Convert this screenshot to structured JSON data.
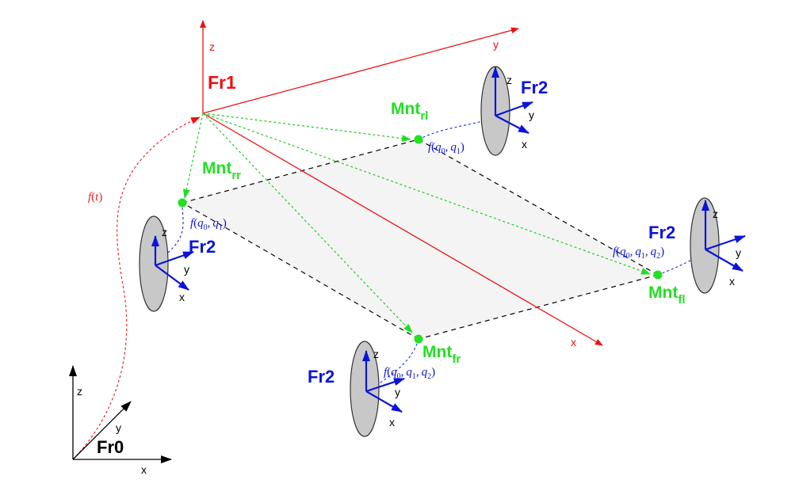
{
  "colors": {
    "frame1": "#ee1111",
    "frame2": "#0a14d8",
    "frame0": "#000000",
    "mount": "#22e022",
    "mount_link": "#22cc22",
    "path": "#ee2222",
    "wheel_fill": "#c8c8c8",
    "plane_fill": "#f4f4f4"
  },
  "frames": {
    "fr0": {
      "name": "Fr0",
      "x": "x",
      "y": "y",
      "z": "z"
    },
    "fr1": {
      "name": "Fr1",
      "x": "x",
      "y": "y",
      "z": "z"
    },
    "fr2": {
      "name": "Fr2",
      "x": "x",
      "y": "y",
      "z": "z"
    }
  },
  "trajectory": {
    "label": "f(t)",
    "f": "f",
    "arg": "t"
  },
  "mounts": {
    "base": "Mnt",
    "rl": {
      "sub": "rl",
      "func": "f",
      "args": [
        "q0",
        "q1"
      ]
    },
    "rr": {
      "sub": "rr",
      "func": "f",
      "args": [
        "q0",
        "q1"
      ]
    },
    "fr": {
      "sub": "fr",
      "func": "f",
      "args": [
        "q0",
        "q1",
        "q2"
      ]
    },
    "fl": {
      "sub": "fl",
      "func": "f",
      "args": [
        "q0",
        "q1",
        "q2"
      ]
    }
  },
  "symbols": {
    "f": "f",
    "q": "q",
    "s0": "0",
    "s1": "1",
    "s2": "2",
    "comma": ",",
    "lp": "(",
    "rp": ")"
  }
}
